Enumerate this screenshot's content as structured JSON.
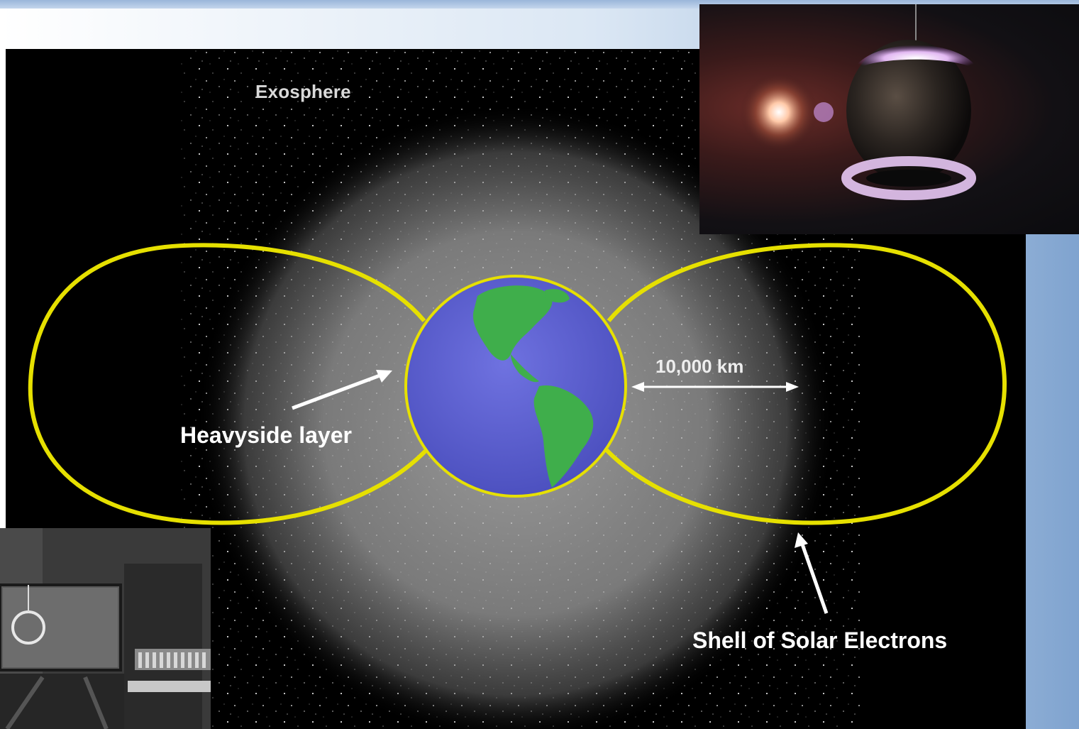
{
  "diagram": {
    "labels": {
      "exosphere": "Exosphere",
      "distance": "10,000 km",
      "heavyside": "Heavyside layer",
      "shell": "Shell of Solar Electrons"
    },
    "colors": {
      "background": "#000000",
      "exosphere_glow": "#8c8c8c",
      "earth_ocean": "#5b5fcf",
      "earth_land": "#3fae4b",
      "shell_line": "#e6e000",
      "arrow": "#ffffff"
    }
  },
  "photos": {
    "top_right": {
      "icon": "plasma-sphere-photo"
    },
    "bottom_left": {
      "icon": "laboratory-apparatus-photo"
    }
  }
}
